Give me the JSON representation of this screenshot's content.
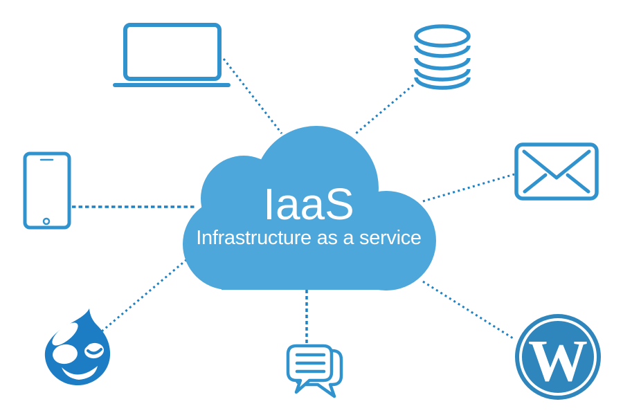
{
  "cloud": {
    "title": "IaaS",
    "subtitle": "Infrastructure as a service"
  },
  "wordpress": {
    "letter": "W"
  },
  "icons": [
    {
      "id": "laptop-icon",
      "position": "top-left"
    },
    {
      "id": "database-icon",
      "position": "top-right"
    },
    {
      "id": "smartphone-icon",
      "position": "left"
    },
    {
      "id": "envelope-icon",
      "position": "right"
    },
    {
      "id": "drupal-logo",
      "position": "bottom-left"
    },
    {
      "id": "chat-bubbles-icon",
      "position": "bottom-center"
    },
    {
      "id": "wordpress-logo",
      "position": "bottom-right"
    }
  ],
  "colors": {
    "bg": "#FFFFFF",
    "cloud": "#4DA7DB",
    "cloud-text": "#FFFFFF",
    "icon": "#3193CE",
    "dot": "#1F80C2",
    "drupal": "#1C7CC4",
    "drupal-white": "#FFFFFF",
    "wordpress": "#2E86BC",
    "wordpress-white": "#FFFFFF"
  }
}
